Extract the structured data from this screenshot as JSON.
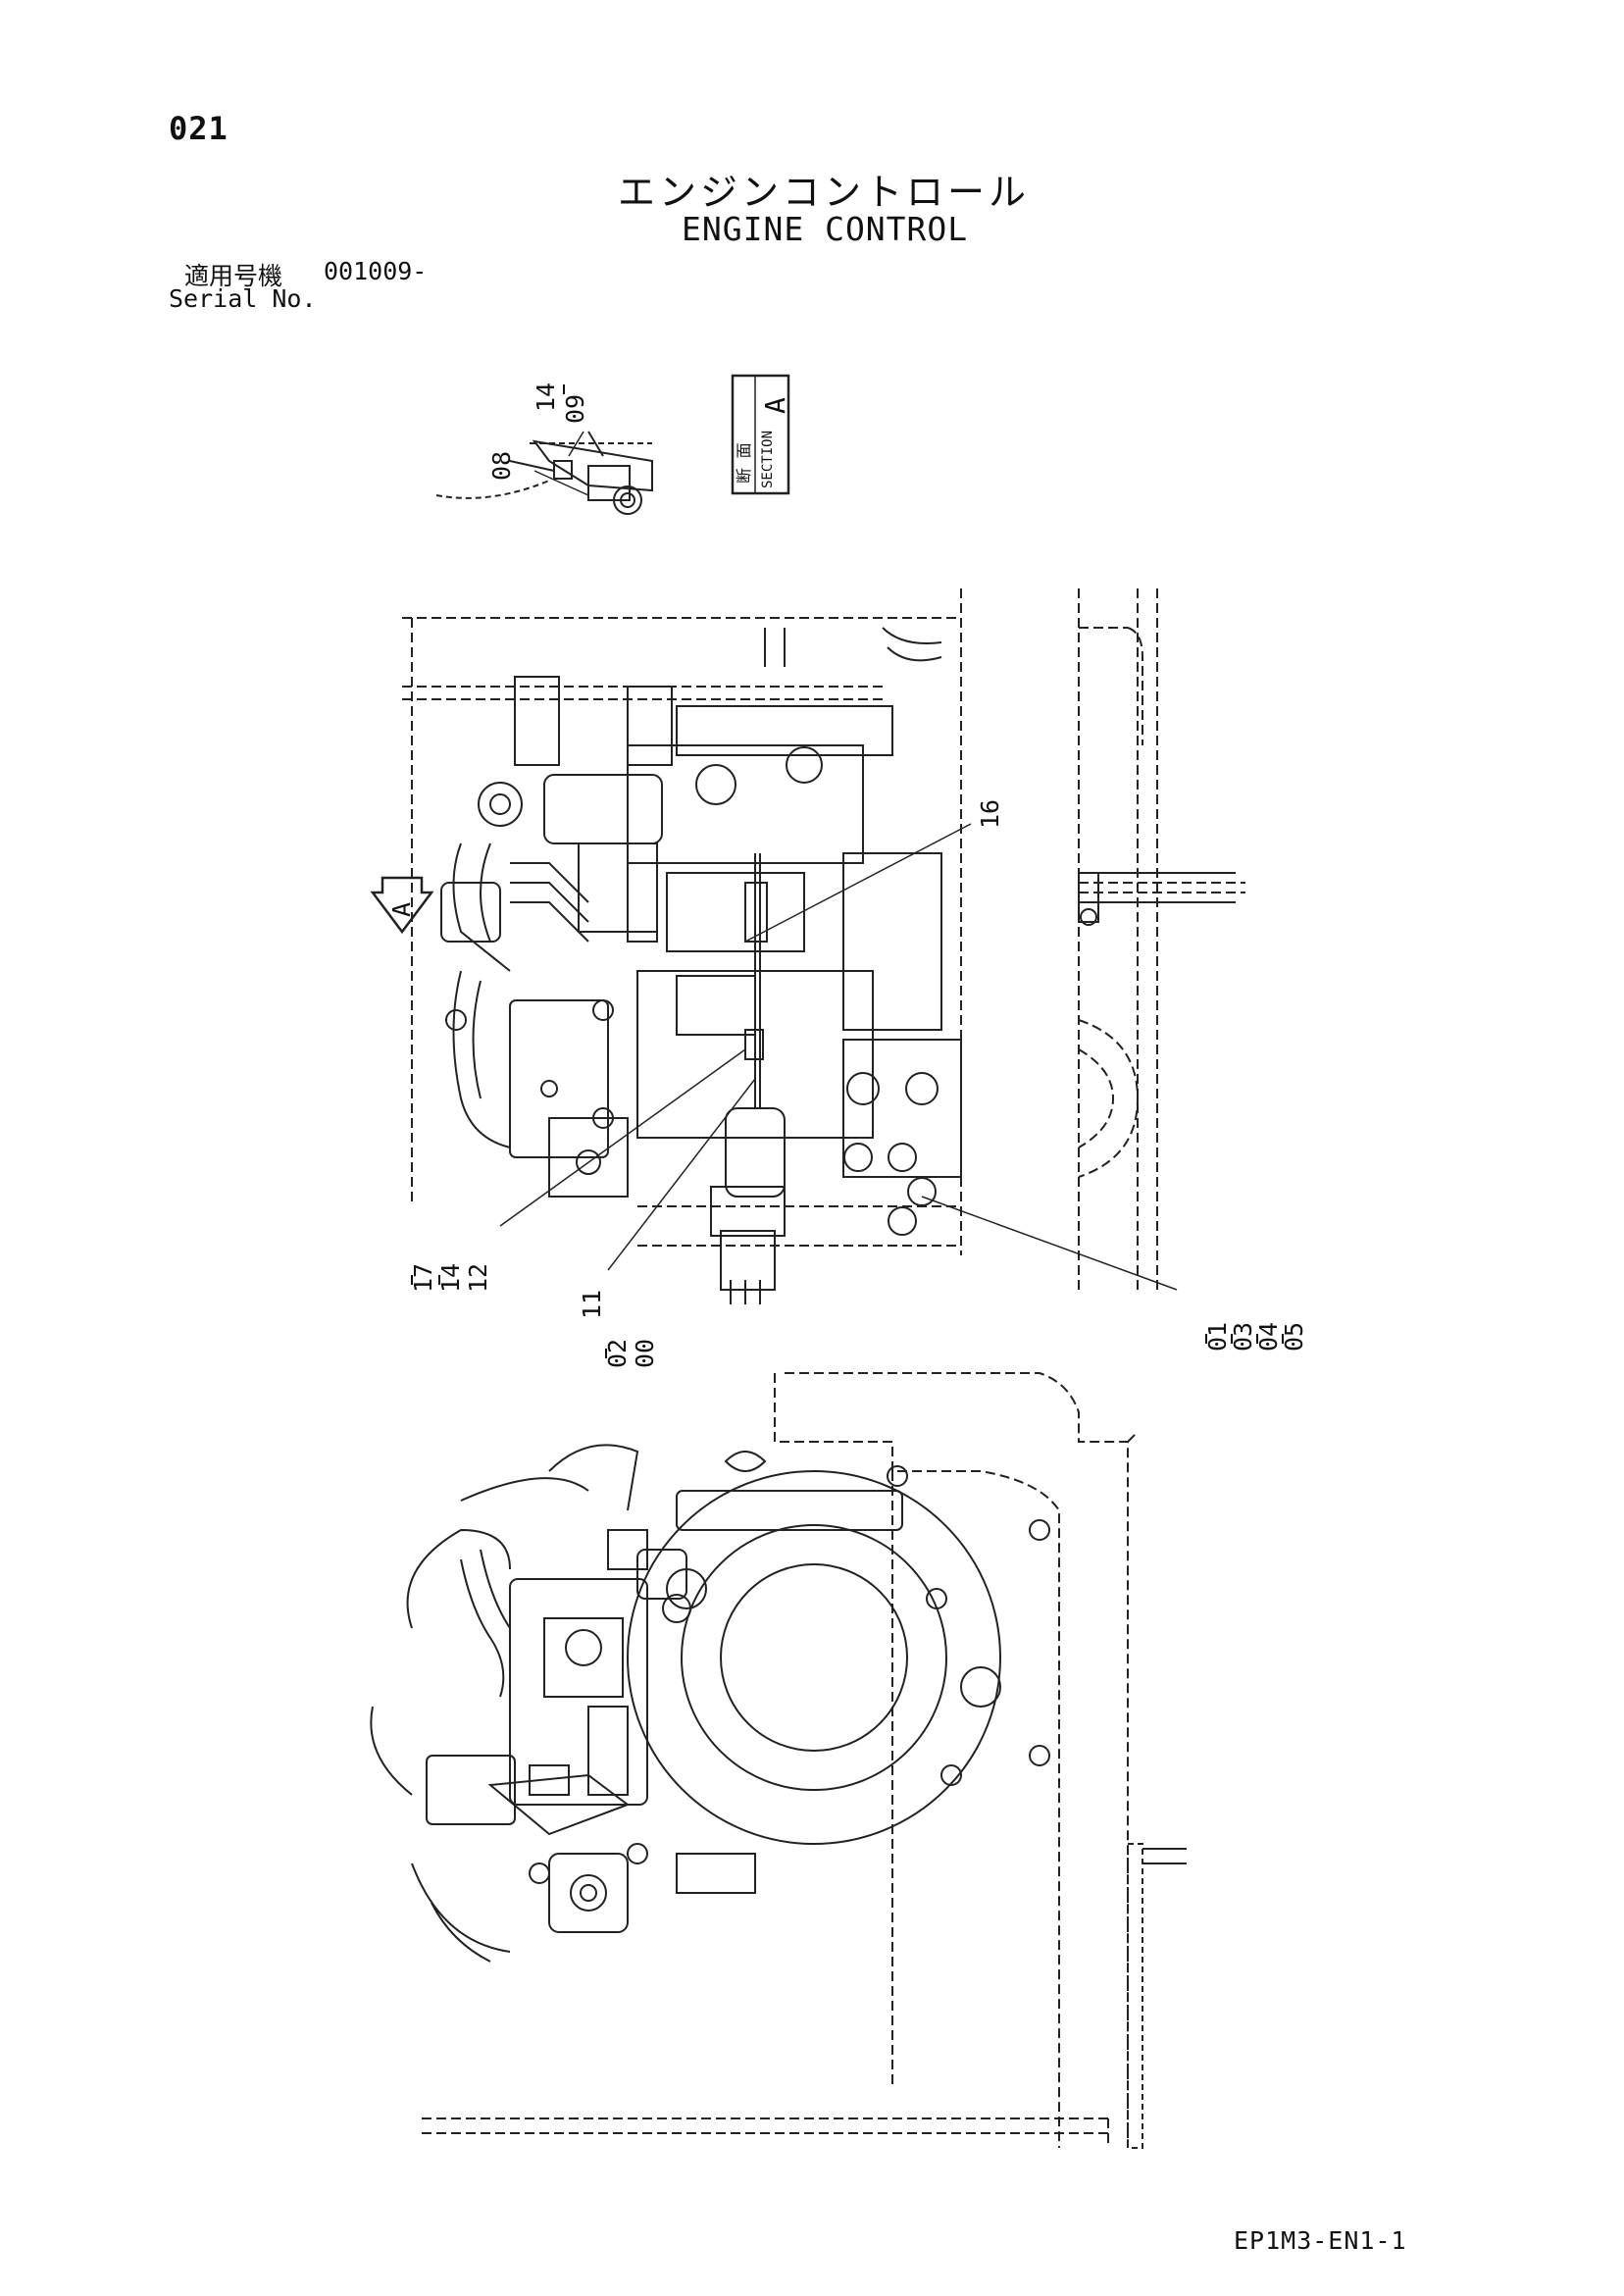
{
  "header": {
    "page_number": "021",
    "title_jp": "エンジンコントロール",
    "title_en": "ENGINE CONTROL",
    "serial_label_jp": "適用号機",
    "serial_value": "001009-",
    "serial_label_en": "Serial No."
  },
  "section_box": {
    "jp": "断 面",
    "en": "SECTION",
    "letter": "A"
  },
  "view_arrow_letter": "A",
  "callouts": {
    "detail_14": "14",
    "detail_09": "09",
    "detail_08": "08",
    "c16": "16",
    "c17": "17",
    "c14": "14",
    "c12": "12",
    "c11": "11",
    "c02": "02",
    "c00": "00",
    "c01": "01",
    "c03": "03",
    "c04": "04",
    "c05": "05"
  },
  "footer": {
    "document_code": "EP1M3-EN1-1"
  }
}
